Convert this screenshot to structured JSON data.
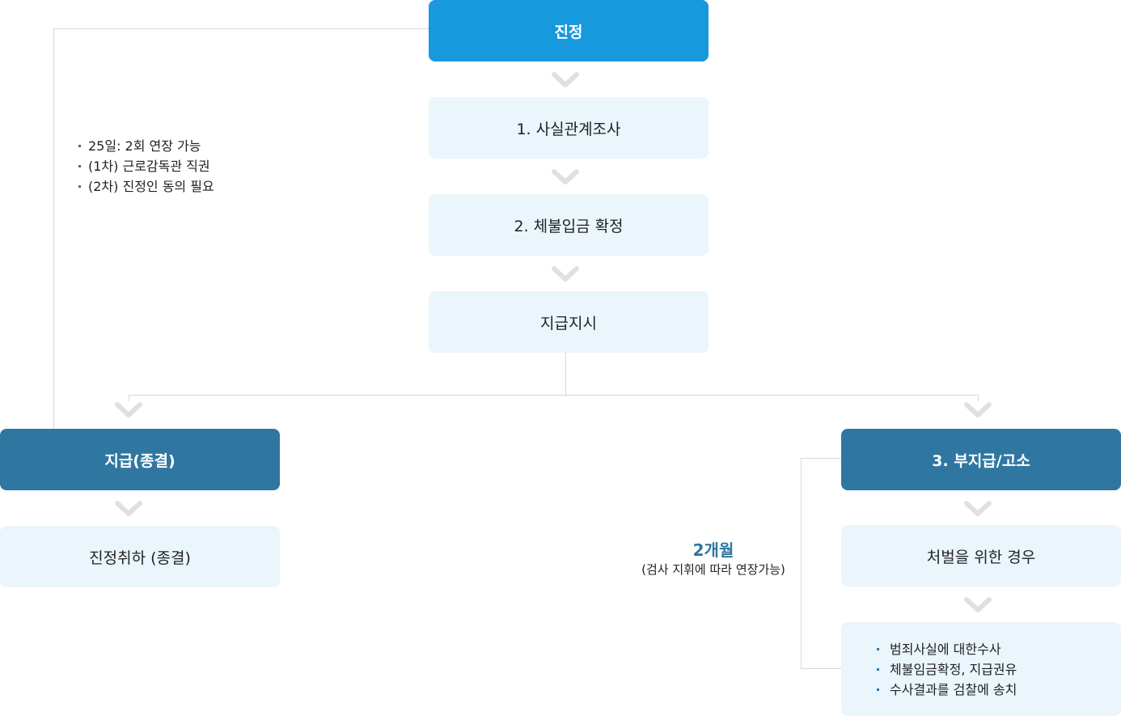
{
  "nodes": {
    "petition": "진정",
    "step1": "1. 사실관계조사",
    "step2": "2. 체불입금 확정",
    "payment_order": "지급지시",
    "paid": "지급(종결)",
    "withdraw": "진정취하 (종결)",
    "nonpay": "3. 부지급/고소",
    "punish": "처벌을 위한 경우"
  },
  "left_note": {
    "items": [
      "25일: 2회 연장 가능",
      "(1차) 근로감독관 직권",
      "(2차) 진정인 동의 필요"
    ]
  },
  "period": {
    "duration": "2개월",
    "detail": "(검사 지휘에 따라 연장가능)"
  },
  "bottom_note": {
    "items": [
      "범죄사실에 대한수사",
      "체불임금확정, 지급권유",
      "수사결과를 검찰에 송치"
    ]
  },
  "colors": {
    "primary": "#1799de",
    "dark": "#2f77a1",
    "light": "#eaf5fc",
    "connector": "#d8d8d8",
    "chevron": "#e0e0e0"
  }
}
